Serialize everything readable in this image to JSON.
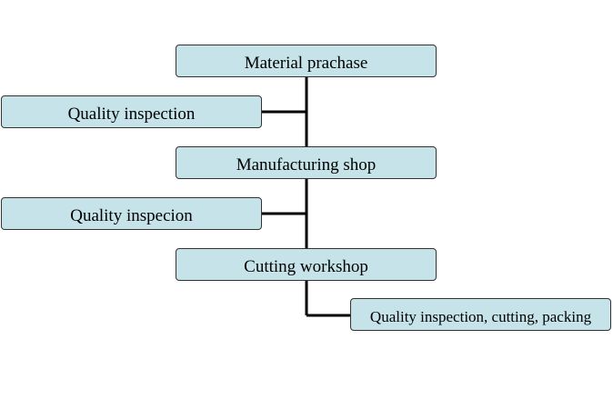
{
  "nodes": {
    "material_purchase": "Material prachase",
    "quality_inspection_1": "Quality inspection",
    "manufacturing_shop": "Manufacturing shop",
    "quality_inspection_2": "Quality inspecion",
    "cutting_workshop": "Cutting workshop",
    "final_step": "Quality inspection, cutting, packing"
  },
  "colors": {
    "node_fill": "#c5e3e8",
    "node_border": "#333333",
    "connector": "#000000"
  }
}
